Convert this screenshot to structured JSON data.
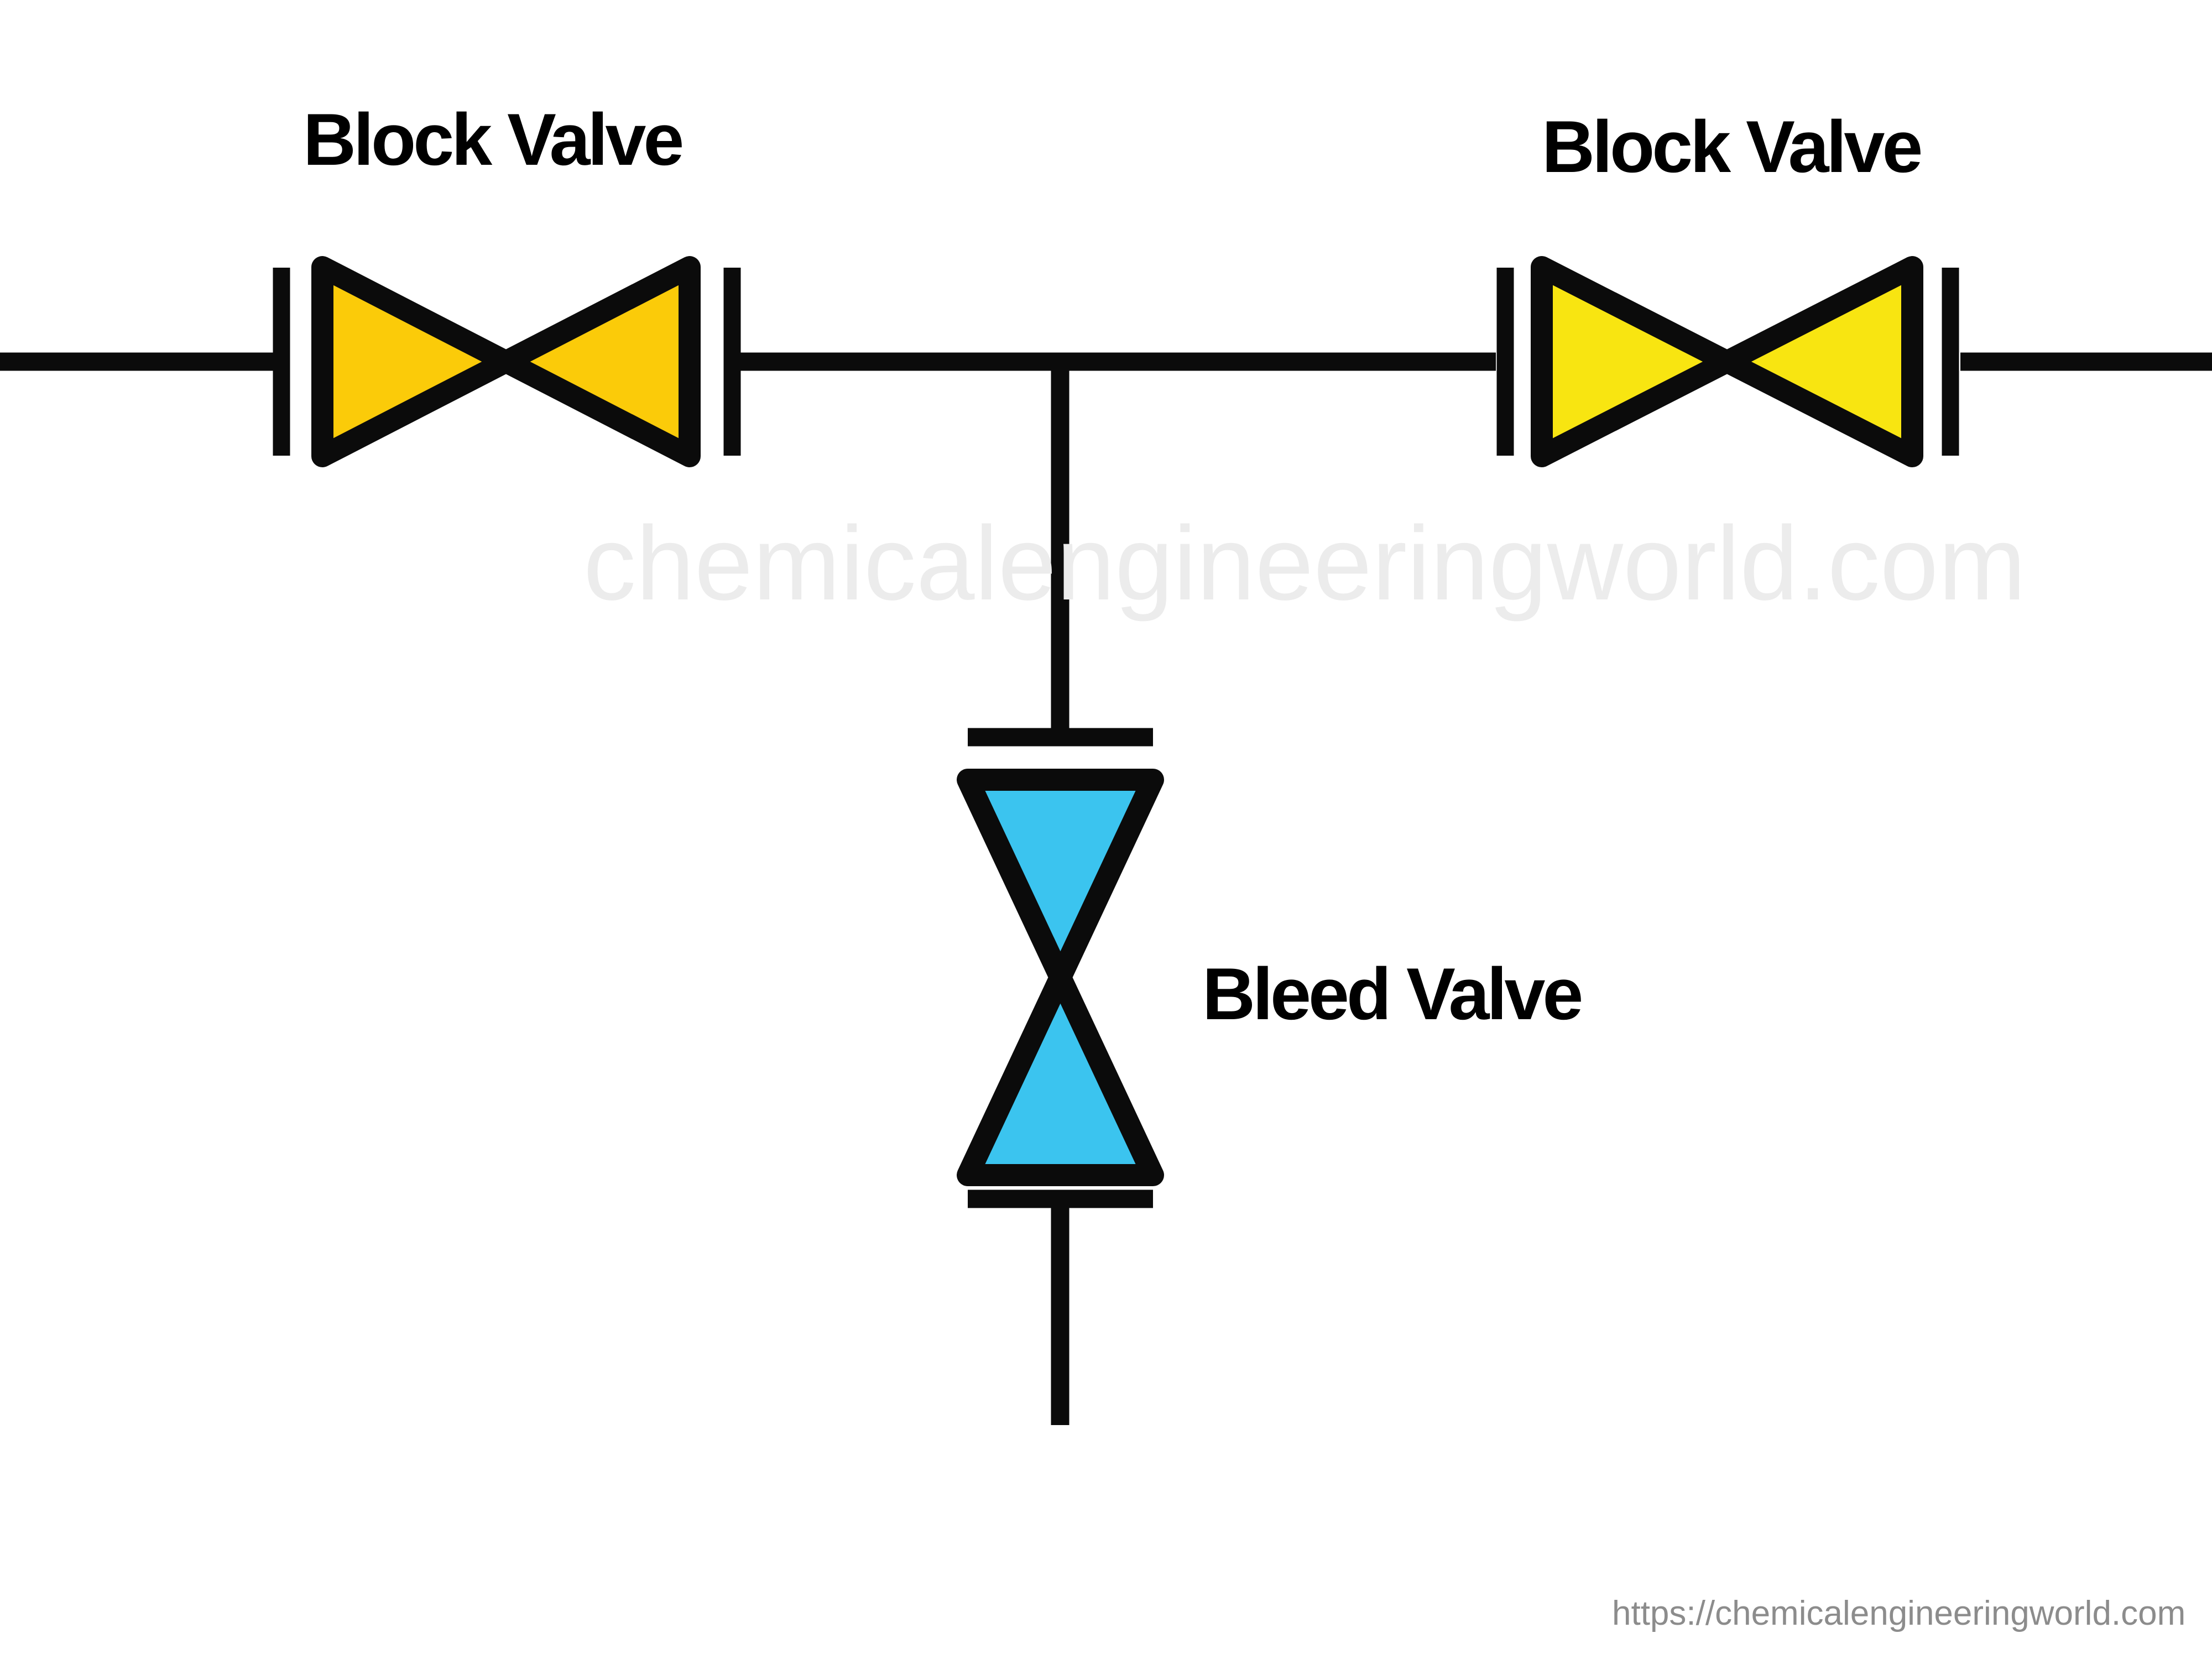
{
  "diagram": {
    "watermark": "chemicalengineeringworld.com",
    "footer_url": "https://chemicalengineeringworld.com",
    "labels": {
      "block_valve_left": "Block Valve",
      "block_valve_right": "Block Valve",
      "bleed_valve": "Bleed Valve"
    },
    "symbols": {
      "block_valve_left": "gate-valve-symbol-horizontal",
      "block_valve_right": "gate-valve-symbol-horizontal",
      "bleed_valve": "gate-valve-symbol-vertical",
      "connections": "flanged-pipe-tee-junction"
    },
    "colors": {
      "line": "#0B0B0B",
      "block_valve_left_fill": "#FBCB09",
      "block_valve_right_fill": "#F8E511",
      "bleed_valve_fill": "#3BC4EF",
      "watermark": "#ECECEC",
      "footer_url": "#8C8C8C",
      "background": "#FFFFFF"
    }
  }
}
